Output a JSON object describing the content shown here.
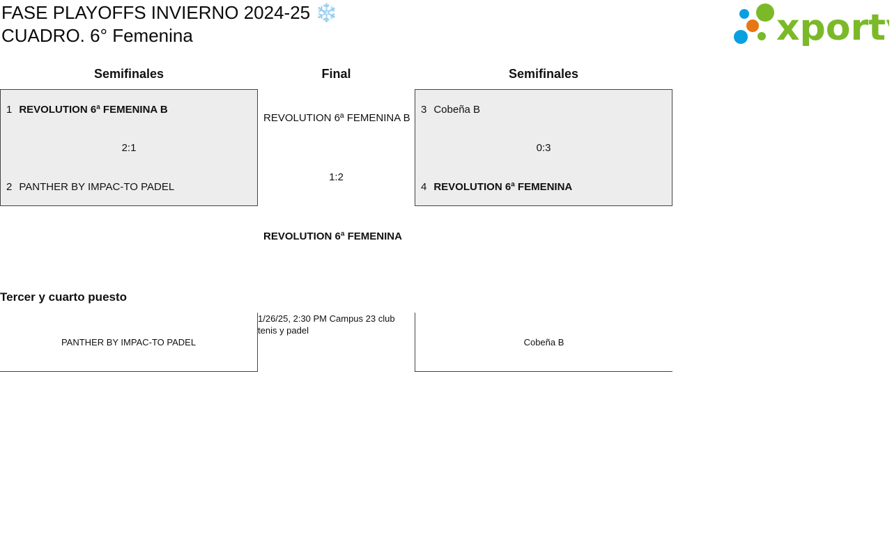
{
  "header": {
    "title_line1": "FASE PLAYOFFS INVIERNO 2024-25 ❄️",
    "title_line2": "CUADRO. 6° Femenina",
    "logo_text": "xporty"
  },
  "columns": {
    "left": "Semifinales",
    "center": "Final",
    "right": "Semifinales"
  },
  "semifinal_left": {
    "team1": {
      "seed": "1",
      "name": "REVOLUTION 6ª FEMENINA B"
    },
    "score": "2:1",
    "team2": {
      "seed": "2",
      "name": "PANTHER BY IMPAC-TO PADEL"
    }
  },
  "semifinal_right": {
    "team1": {
      "seed": "3",
      "name": "Cobeña B"
    },
    "score": "0:3",
    "team2": {
      "seed": "4",
      "name": "REVOLUTION 6ª FEMENINA"
    }
  },
  "final": {
    "team_top": "REVOLUTION 6ª FEMENINA B",
    "score": "1:2",
    "winner": "REVOLUTION 6ª FEMENINA"
  },
  "third_place": {
    "title": "Tercer y cuarto puesto",
    "left_team": "PANTHER BY IMPAC-TO PADEL",
    "info": "1/26/25, 2:30 PM Campus 23 club tenis y padel",
    "right_team": "Cobeña B"
  },
  "colors": {
    "logo_green": "#7bb928",
    "logo_blue": "#0aa0e0",
    "logo_orange": "#e87613",
    "match_bg": "#ededed"
  }
}
